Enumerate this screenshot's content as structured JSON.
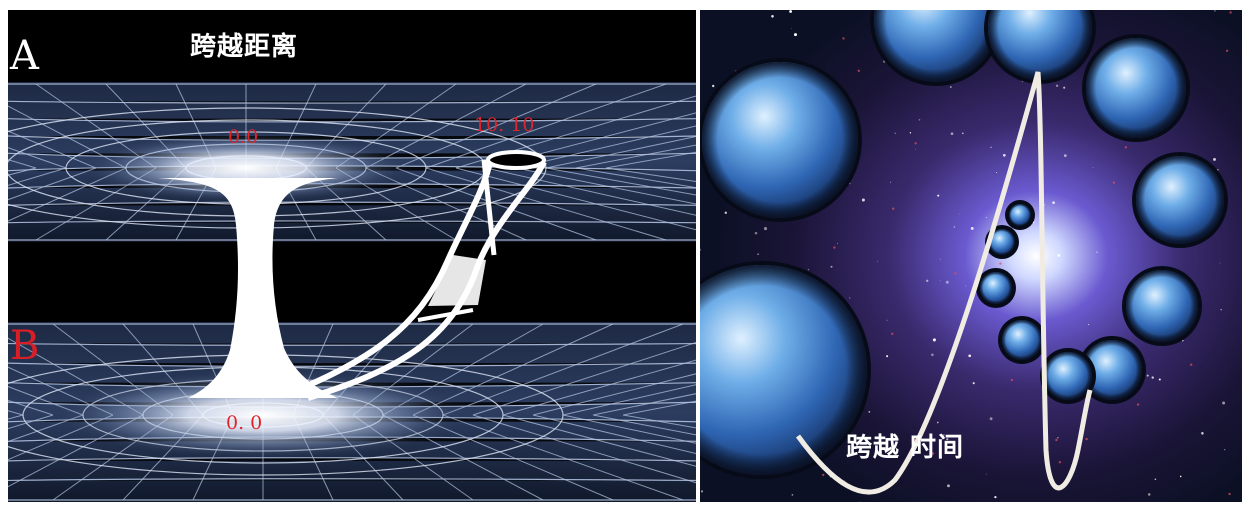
{
  "left_panel": {
    "letter_a": "A",
    "letter_b": "B",
    "caption": "跨越距离",
    "coord_top_center": "0.0",
    "coord_top_right": "10. 10",
    "coord_bottom_center": "0. 0"
  },
  "right_panel": {
    "caption": "跨越 时间"
  },
  "colors": {
    "grid_line": "#b8c8e6",
    "glow": "#ffffff",
    "coord_red": "#e0242a",
    "letter_white": "#ffffff",
    "letter_red": "#d81e26",
    "space_bg": "#0b1024",
    "planet_blue": "#3f7fc8"
  }
}
